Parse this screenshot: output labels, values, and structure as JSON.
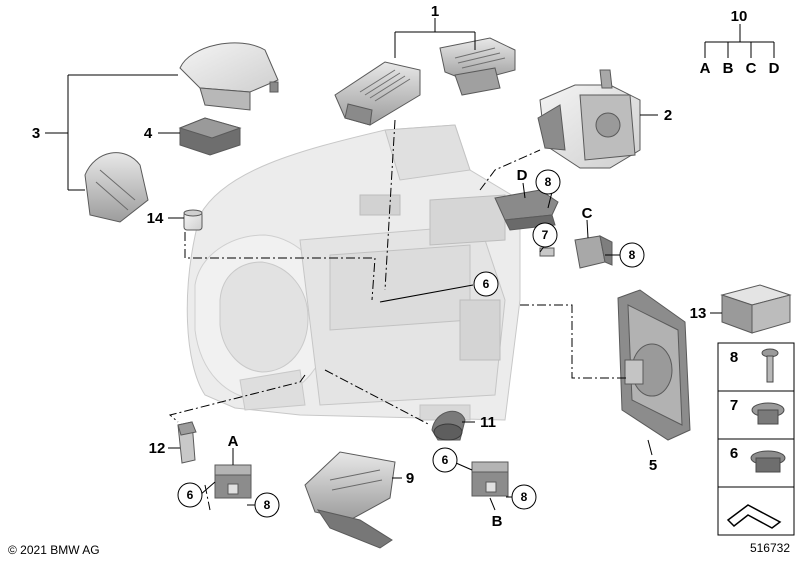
{
  "callouts": {
    "n1": "1",
    "n2": "2",
    "n3": "3",
    "n4": "4",
    "n5": "5",
    "n6": "6",
    "n7": "7",
    "n8": "8",
    "n9": "9",
    "n10": "10",
    "n11": "11",
    "n12": "12",
    "n13": "13",
    "n14": "14"
  },
  "variants": {
    "a": "A",
    "b": "B",
    "c": "C",
    "d": "D"
  },
  "footer": {
    "copyright": "© 2021 BMW AG",
    "diagram_number": "516732"
  },
  "colors": {
    "part_fill": "#d9d9d9",
    "part_dark": "#9a9a9a",
    "housing": "#e6e6e6"
  }
}
